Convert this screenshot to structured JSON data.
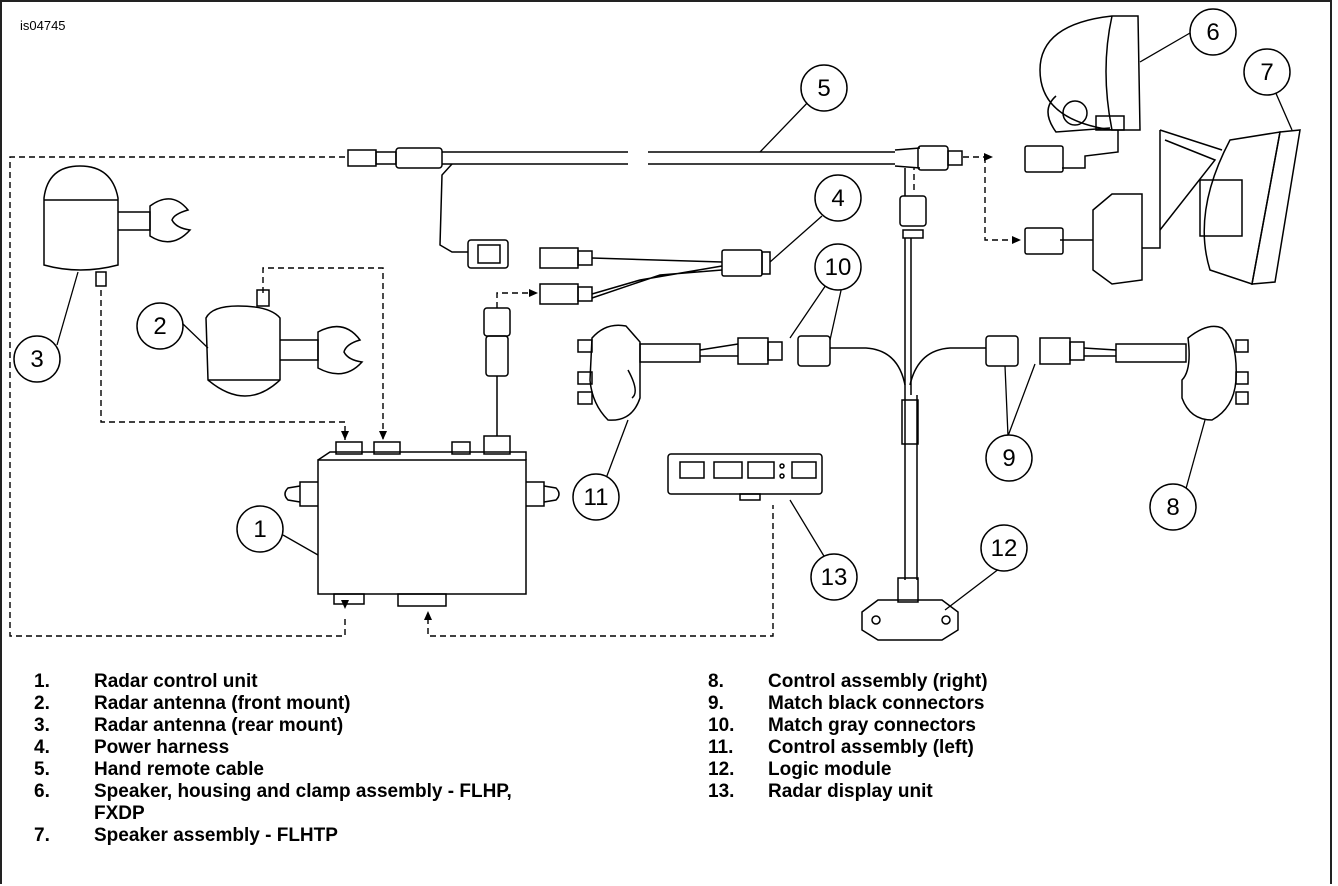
{
  "figure_id": "is04745",
  "callouts": [
    "1",
    "2",
    "3",
    "4",
    "5",
    "6",
    "7",
    "8",
    "9",
    "10",
    "11",
    "12",
    "13"
  ],
  "legend": [
    {
      "num": "1.",
      "text": "Radar control unit"
    },
    {
      "num": "2.",
      "text": "Radar antenna (front mount)"
    },
    {
      "num": "3.",
      "text": "Radar antenna (rear mount)"
    },
    {
      "num": "4.",
      "text": "Power harness"
    },
    {
      "num": "5.",
      "text": "Hand remote cable"
    },
    {
      "num": "6.",
      "text": "Speaker, housing and clamp assembly - FLHP, FXDP"
    },
    {
      "num": "7.",
      "text": "Speaker assembly - FLHTP"
    },
    {
      "num": "8.",
      "text": "Control assembly (right)"
    },
    {
      "num": "9.",
      "text": "Match black connectors"
    },
    {
      "num": "10.",
      "text": "Match gray connectors"
    },
    {
      "num": "11.",
      "text": "Control assembly (left)"
    },
    {
      "num": "12.",
      "text": "Logic module"
    },
    {
      "num": "13.",
      "text": "Radar display unit"
    }
  ]
}
